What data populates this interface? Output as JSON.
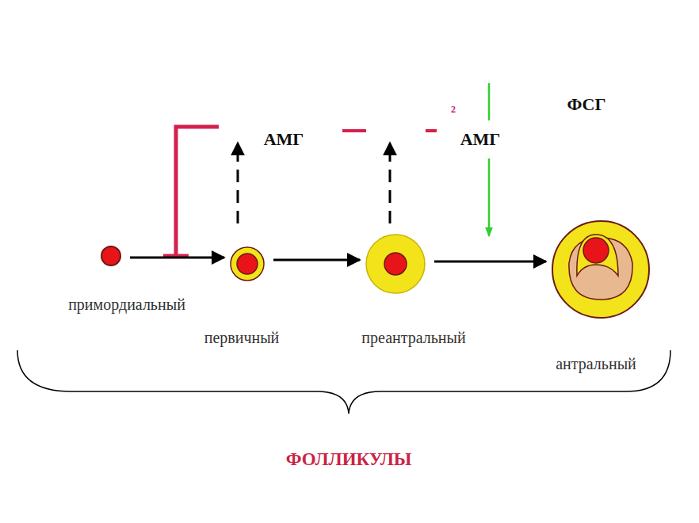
{
  "diagram": {
    "nodes": [
      {
        "text": [
          "примордиальный"
        ]
      },
      {
        "text": [
          "первичный"
        ]
      },
      {
        "text": [
          "преантральный"
        ]
      },
      {
        "text": [
          "антральный"
        ]
      }
    ],
    "edges": [
      {
        "from": 0,
        "to": 1,
        "arrow": "to"
      },
      {
        "from": 1,
        "to": 2,
        "arrow": "to"
      },
      {
        "from": 2,
        "to": 3,
        "arrow": "to"
      }
    ],
    "labels": [
      "АМГ",
      "2",
      "АМГ",
      "ФСГ",
      "ФОЛЛИКУЛЫ"
    ]
  }
}
